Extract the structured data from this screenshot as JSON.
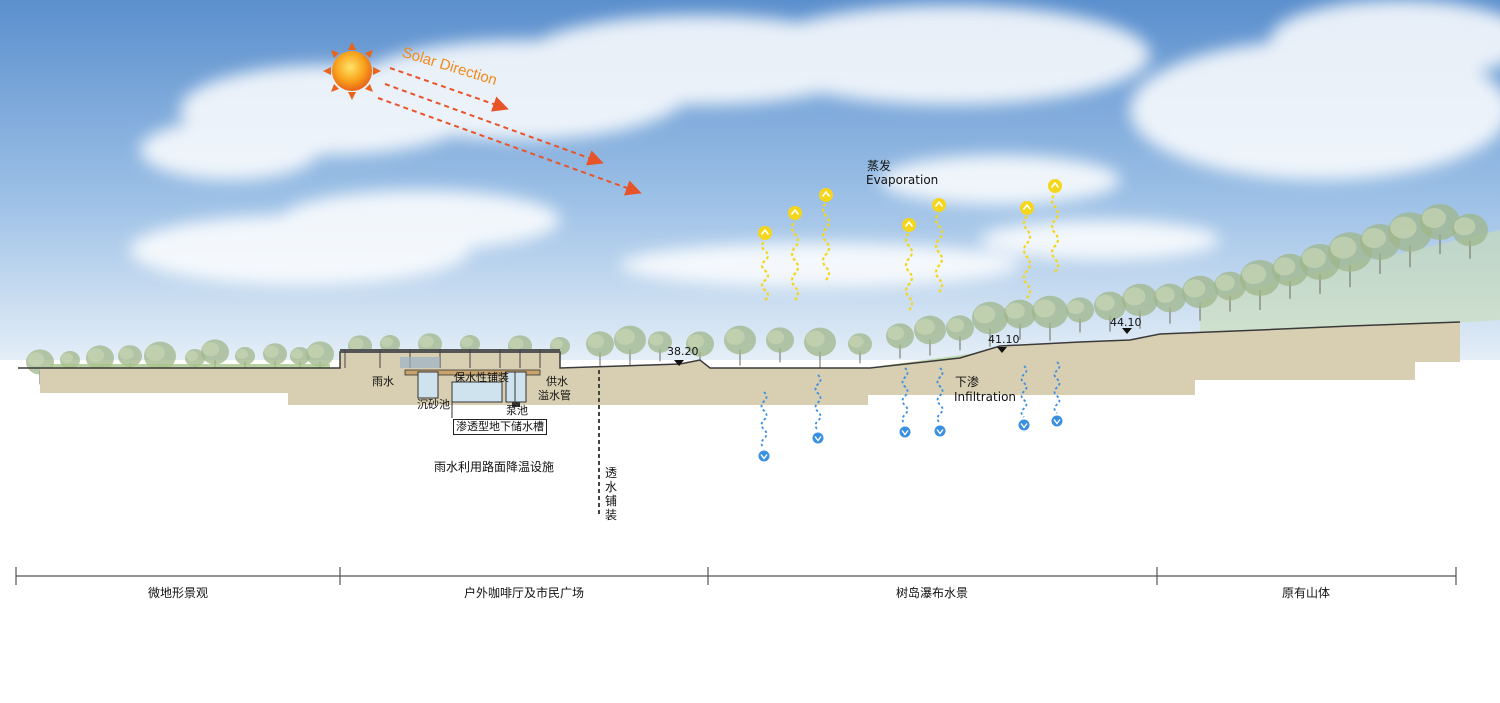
{
  "solar_label": "Solar Direction",
  "evaporation": {
    "cn": "蒸发",
    "en": "Evaporation"
  },
  "infiltration": {
    "cn": "下渗",
    "en": "Infiltration"
  },
  "elevations": [
    "38.20",
    "41.10",
    "44.10"
  ],
  "facility": {
    "rain": "雨水",
    "paving": "保水性铺装",
    "supply": "供水",
    "overflow": "溢水管",
    "sand_pit": "沉砂池",
    "pump_pit": "泵池",
    "tank": "渗透型地下储水槽",
    "title": "雨水利用路面降温设施"
  },
  "permeable_paving": [
    "透",
    "水",
    "铺",
    "装"
  ],
  "zones": [
    "微地形景观",
    "户外咖啡厅及市民广场",
    "树岛瀑布水景",
    "原有山体"
  ],
  "colors": {
    "sky_top": "#5f93cf",
    "sky_bottom": "#d9e8f4",
    "ground": "#d8ceb1",
    "solar": "#f08a1c",
    "sun_arrow": "#e8542a",
    "evap": "#f5d61d",
    "infil": "#3a8fe0"
  }
}
